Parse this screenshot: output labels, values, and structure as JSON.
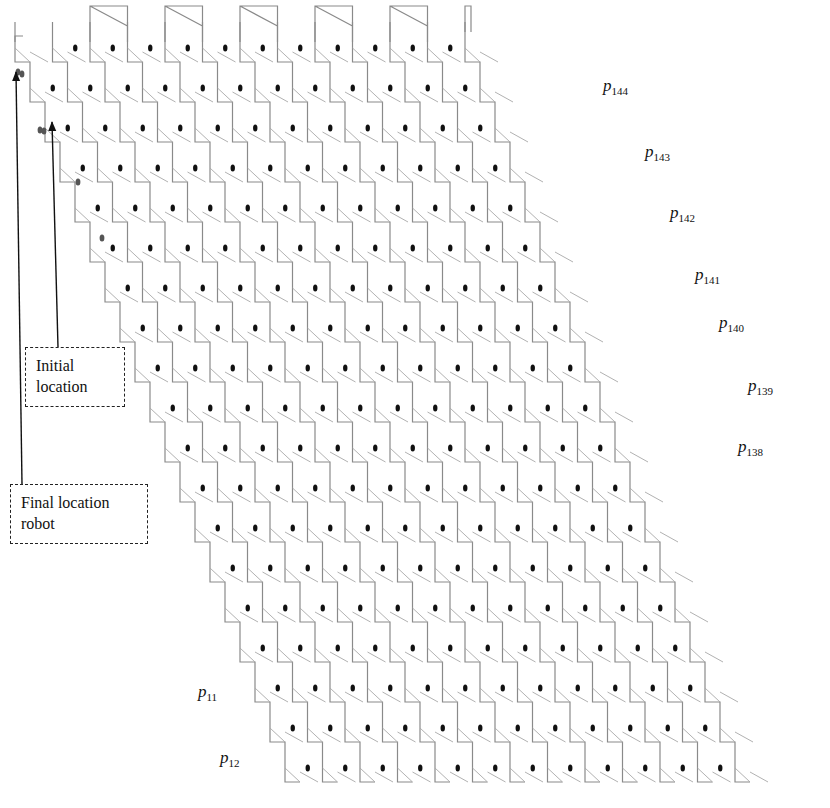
{
  "diagram": {
    "nodes": [
      {
        "text": [
          "Initial location"
        ]
      },
      {
        "text": [
          "Final location robot"
        ]
      }
    ],
    "labels": [
      "p144",
      "p143",
      "p142",
      "p141",
      "p140",
      "p139",
      "p138",
      "p11",
      "p12"
    ]
  }
}
